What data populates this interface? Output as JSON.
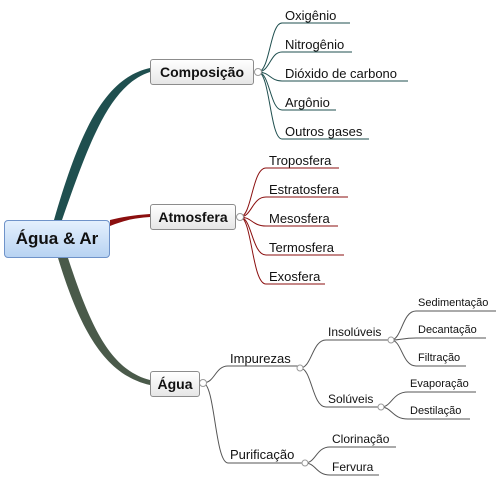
{
  "root": {
    "label": "Água & Ar"
  },
  "branches": {
    "composicao": {
      "label": "Composição",
      "items": [
        "Oxigênio",
        "Nitrogênio",
        "Dióxido de carbono",
        "Argônio",
        "Outros gases"
      ]
    },
    "atmosfera": {
      "label": "Atmosfera",
      "items": [
        "Troposfera",
        "Estratosfera",
        "Mesosfera",
        "Termosfera",
        "Exosfera"
      ]
    },
    "agua": {
      "label": "Água",
      "impurezas": {
        "label": "Impurezas",
        "insoluveis": {
          "label": "Insolúveis",
          "items": [
            "Sedimentação",
            "Decantação",
            "Filtração"
          ]
        },
        "soluveis": {
          "label": "Solúveis",
          "items": [
            "Evaporação",
            "Destilação"
          ]
        }
      },
      "purificacao": {
        "label": "Purificação",
        "items": [
          "Clorinação",
          "Fervura"
        ]
      }
    }
  },
  "colors": {
    "composicao_branch": "#1f4f4f",
    "atmosfera_branch": "#8b0f0f",
    "agua_branch": "#4a5a4a",
    "root_fill": "#c9def7"
  }
}
